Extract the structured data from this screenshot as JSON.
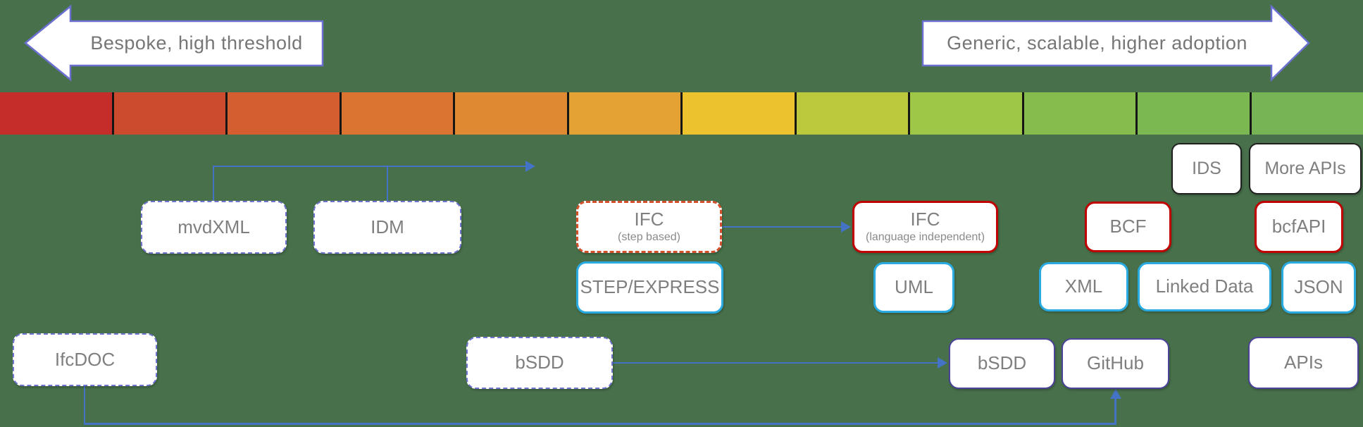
{
  "arrows": {
    "left": {
      "label": "Bespoke, high threshold"
    },
    "right": {
      "label": "Generic, scalable, higher adoption"
    }
  },
  "spectrum_bar": {
    "segments": [
      "#c52d2a",
      "#cc4a2d",
      "#d45e2f",
      "#da7430",
      "#df8a33",
      "#e4a134",
      "#ecc32f",
      "#bdc93d",
      "#9ec647",
      "#86bc4e",
      "#7bb851",
      "#77b455"
    ]
  },
  "boxes": {
    "ids": {
      "label": "IDS"
    },
    "more_apis": {
      "label": "More APIs"
    },
    "mvdxml": {
      "label": "mvdXML"
    },
    "idm": {
      "label": "IDM"
    },
    "ifc_step": {
      "label": "IFC",
      "sublabel": "(step based)"
    },
    "ifc_lang": {
      "label": "IFC",
      "sublabel": "(language independent)"
    },
    "bcf": {
      "label": "BCF"
    },
    "bcfapi": {
      "label": "bcfAPI"
    },
    "step_express": {
      "label": "STEP/EXPRESS"
    },
    "uml": {
      "label": "UML"
    },
    "xml": {
      "label": "XML"
    },
    "linked_data": {
      "label": "Linked Data"
    },
    "json_box": {
      "label": "JSON"
    },
    "ifcdoc": {
      "label": "IfcDOC"
    },
    "bsdd_left": {
      "label": "bSDD"
    },
    "bsdd_right": {
      "label": "bSDD"
    },
    "github": {
      "label": "GitHub"
    },
    "apis": {
      "label": "APIs"
    }
  },
  "colors": {
    "background": "#48714b",
    "connector_blue": "#4472c4",
    "arrow_outline": "#6a6fd0",
    "border_dashed_purple": "#7173d1",
    "border_dashed_orange": "#d4502a",
    "border_red": "#c00000",
    "border_cyan": "#29abe2",
    "border_black": "#202020",
    "border_purple": "#4c4399",
    "label_gray": "#7f7f7f"
  }
}
